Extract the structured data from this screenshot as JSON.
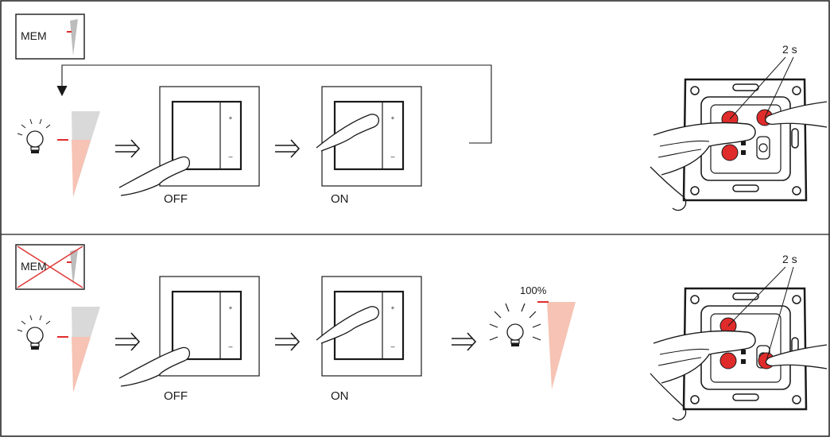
{
  "section_top": {
    "mem_label": "MEM",
    "switch1_label": "OFF",
    "switch2_label": "ON",
    "hold_time": "2 s"
  },
  "section_bottom": {
    "mem_label": "MEM",
    "switch1_label": "OFF",
    "switch2_label": "ON",
    "level_label": "100%",
    "hold_time": "2 s"
  },
  "colors": {
    "dim_fill": "#f6c3b4",
    "mem_grey": "#cccccc",
    "button_red": "#e02b2b",
    "cross_red": "#e03a3a",
    "line": "#1a1a1a"
  }
}
